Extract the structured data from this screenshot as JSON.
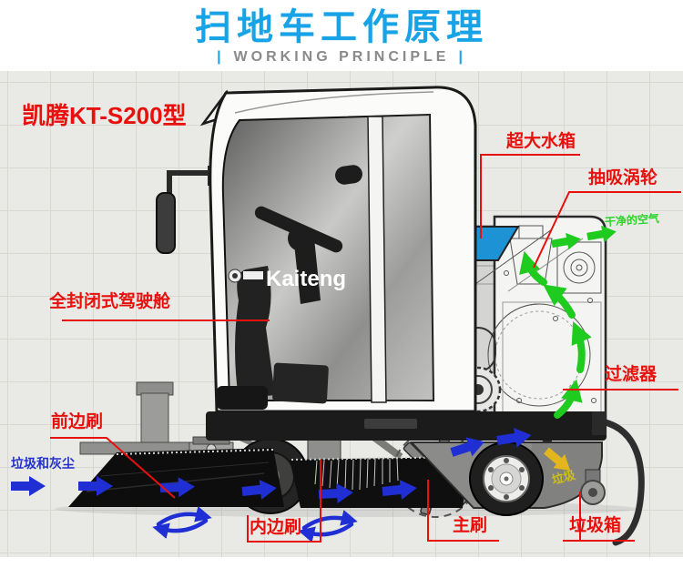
{
  "header": {
    "title": "扫地车工作原理",
    "subtitle": "WORKING PRINCIPLE",
    "divider": "|"
  },
  "model_label": "凯腾KT-S200型",
  "brand": {
    "logo_text": "Kaiteng"
  },
  "labels": {
    "cab": "全封闭式驾驶舱",
    "water_tank": "超大水箱",
    "suction_turbine": "抽吸涡轮",
    "clean_air": "干净的空气",
    "filter": "过滤器",
    "front_side_brush": "前边刷",
    "dust_and_garbage": "垃圾和灰尘",
    "inner_side_brush": "内边刷",
    "main_brush": "主刷",
    "garbage_bin": "垃圾箱",
    "garbage": "垃圾"
  },
  "colors": {
    "title_blue": "#17a3e6",
    "label_red": "#e8100c",
    "arrow_blue": "#1f2fd4",
    "arrow_green": "#1ecb1e",
    "arrow_yellow": "#e2b61c",
    "tank_blue": "#1d93d6",
    "subtitle_gray": "#8a8a8a"
  }
}
